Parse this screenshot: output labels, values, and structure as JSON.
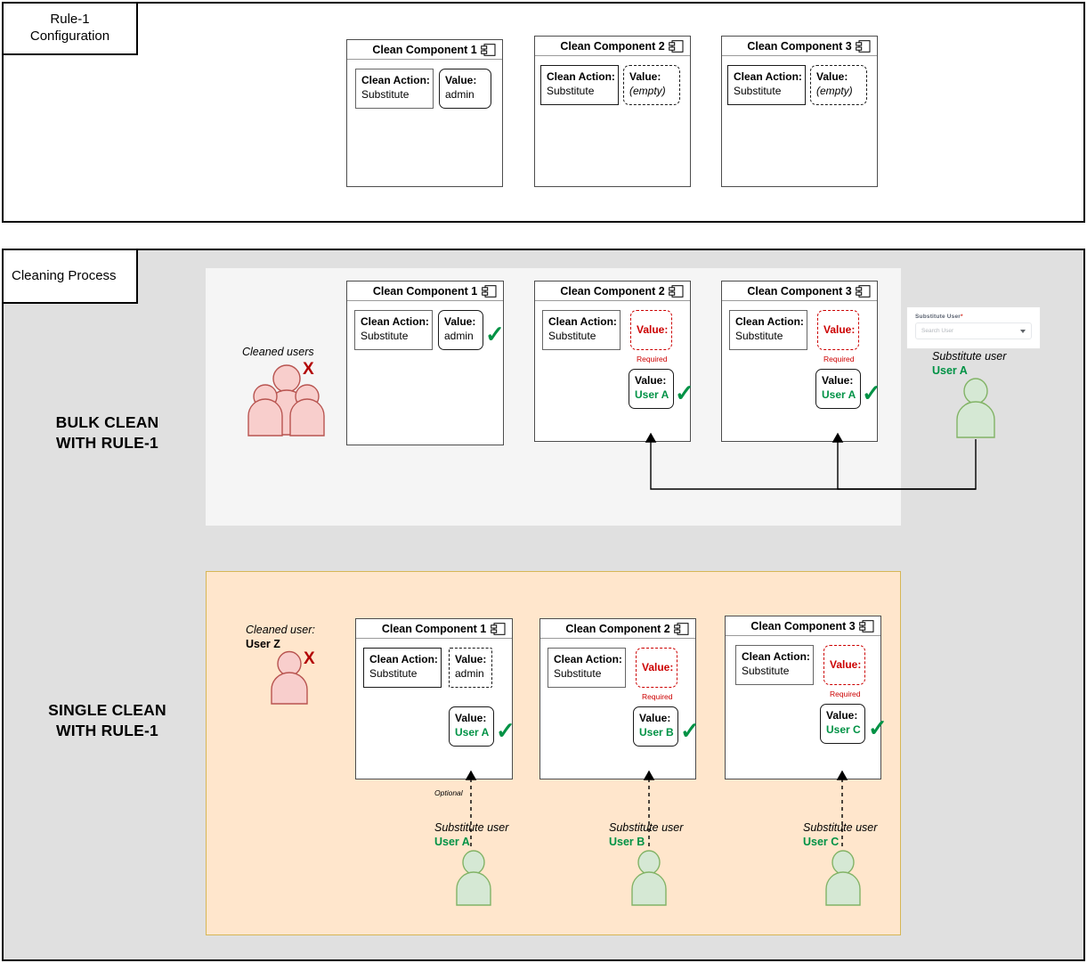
{
  "sections": {
    "rule_config": {
      "tag": "Rule-1\nConfiguration",
      "tag_line1": "Rule-1",
      "tag_line2": "Configuration",
      "components": [
        {
          "title": "Clean Component 1",
          "action_key": "Clean Action:",
          "action_value": "Substitute",
          "value_key": "Value:",
          "value_value": "admin",
          "value_style": "solid-rounded"
        },
        {
          "title": "Clean Component 2",
          "action_key": "Clean Action:",
          "action_value": "Substitute",
          "value_key": "Value:",
          "value_value": "(empty)",
          "value_style": "dashed-rounded"
        },
        {
          "title": "Clean Component 3",
          "action_key": "Clean Action:",
          "action_value": "Substitute",
          "value_key": "Value:",
          "value_value": "(empty)",
          "value_style": "dashed-rounded"
        }
      ]
    },
    "cleaning_process": {
      "tag": "Cleaning Process",
      "bulk": {
        "side_label_line1": "BULK CLEAN",
        "side_label_line2": "WITH RULE-1",
        "cleaned_caption": "Cleaned users",
        "cleaned_x": "X",
        "components": [
          {
            "title": "Clean Component 1",
            "action_key": "Clean Action:",
            "action_value": "Substitute",
            "value_key": "Value:",
            "value_value": "admin",
            "check": "✓"
          },
          {
            "title": "Clean Component 2",
            "action_key": "Clean Action:",
            "action_value": "Substitute",
            "required_key": "Value:",
            "required_note": "Required",
            "resolved_key": "Value:",
            "resolved_value": "User A",
            "check": "✓"
          },
          {
            "title": "Clean Component 3",
            "action_key": "Clean Action:",
            "action_value": "Substitute",
            "required_key": "Value:",
            "required_note": "Required",
            "resolved_key": "Value:",
            "resolved_value": "User A",
            "check": "✓"
          }
        ],
        "form": {
          "label": "Substitute User",
          "required_star": "*",
          "placeholder": "Search User"
        },
        "substitute": {
          "caption": "Substitute user",
          "name": "User A"
        }
      },
      "single": {
        "side_label_line1": "SINGLE CLEAN",
        "side_label_line2": "WITH RULE-1",
        "cleaned_caption": "Cleaned user:",
        "cleaned_name": "User Z",
        "cleaned_x": "X",
        "optional_note": "Optional",
        "components": [
          {
            "title": "Clean Component 1",
            "action_key": "Clean Action:",
            "action_value": "Substitute",
            "default_key": "Value:",
            "default_value": "admin",
            "resolved_key": "Value:",
            "resolved_value": "User A",
            "check": "✓"
          },
          {
            "title": "Clean Component 2",
            "action_key": "Clean Action:",
            "action_value": "Substitute",
            "required_key": "Value:",
            "required_note": "Required",
            "resolved_key": "Value:",
            "resolved_value": "User B",
            "check": "✓"
          },
          {
            "title": "Clean Component 3",
            "action_key": "Clean Action:",
            "action_value": "Substitute",
            "required_key": "Value:",
            "required_note": "Required",
            "resolved_key": "Value:",
            "resolved_value": "User C",
            "check": "✓"
          }
        ],
        "substitutes": [
          {
            "caption": "Substitute user",
            "name": "User A"
          },
          {
            "caption": "Substitute user",
            "name": "User B"
          },
          {
            "caption": "Substitute user",
            "name": "User C"
          }
        ]
      }
    }
  },
  "colors": {
    "green": "#009245",
    "red": "#cc0000",
    "dark_red": "#b20000",
    "orange_panel": "#ffe6cc",
    "orange_border": "#d6b656",
    "gray_panel": "#e0e0e0",
    "light_panel": "#f5f5f5",
    "person_green_fill": "#d5e8d4",
    "person_green_stroke": "#82b366",
    "person_pink_fill": "#f8cecc",
    "person_pink_stroke": "#b85450"
  }
}
